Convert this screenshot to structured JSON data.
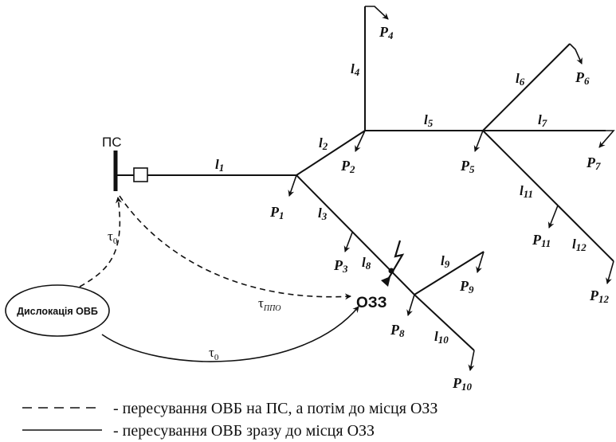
{
  "substation_label": "ПС",
  "line_labels": {
    "l1": "1",
    "l2": "2",
    "l3": "3",
    "l4": "4",
    "l5": "5",
    "l6": "6",
    "l7": "7",
    "l8": "8",
    "l9": "9",
    "l10": "10",
    "l11": "11",
    "l12": "12"
  },
  "line_letter": "l",
  "load_letter": "P",
  "load_labels": {
    "p1": "1",
    "p2": "2",
    "p3": "3",
    "p4": "4",
    "p5": "5",
    "p6": "6",
    "p7": "7",
    "p8": "8",
    "p9": "9",
    "p10": "10",
    "p11": "11",
    "p12": "12"
  },
  "fault_label": "ОЗЗ",
  "dispatch_label": "Дислокація ОВБ",
  "tau_symbol": "τ",
  "tau_sub_0": "0",
  "tau_sub_ppo": "ППО",
  "legend": {
    "dashed": "- пересування ОВБ на ПС, а потім до місця ОЗЗ",
    "solid": "- пересування ОВБ зразу до місця ОЗЗ"
  }
}
